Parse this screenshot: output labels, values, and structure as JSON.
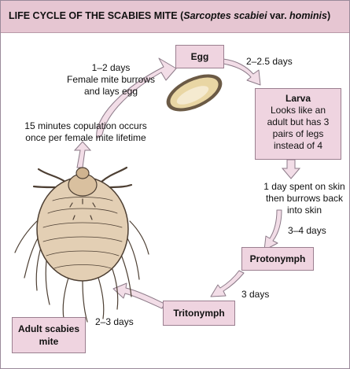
{
  "header": {
    "title_prefix": "LIFE CYCLE OF THE SCABIES MITE (",
    "title_species": "Sarcoptes scabiei",
    "title_var": " var. ",
    "title_variety": "hominis",
    "title_suffix": ")"
  },
  "stages": {
    "egg": "Egg",
    "larva": "Larva",
    "larva_desc": [
      "Looks like an",
      "adult but has 3",
      "pairs of legs",
      "instead of 4"
    ],
    "protonymph": "Protonymph",
    "tritonymph": "Tritonymph",
    "adult": [
      "Adult scabies",
      "mite"
    ]
  },
  "transitions": {
    "adult_to_egg": [
      "1–2 days",
      "Female mite burrows",
      "and lays egg"
    ],
    "egg_to_larva": "2–2.5 days",
    "larva_note": [
      "1 day spent on skin",
      "then burrows back",
      "into skin"
    ],
    "larva_to_protonymph": "3–4 days",
    "protonymph_to_tritonymph": "3 days",
    "tritonymph_to_adult": "2–3 days",
    "copulation": [
      "15 minutes copulation occurs",
      "once per female mite lifetime"
    ]
  },
  "colors": {
    "header_bg": "#e6c6d2",
    "box_fill": "#efd4e0",
    "arrow_fill": "#f2dde7",
    "arrow_stroke": "#8c7a88",
    "egg_fill": "#e9d6a4",
    "mite_fill": "#e3cfb4"
  }
}
